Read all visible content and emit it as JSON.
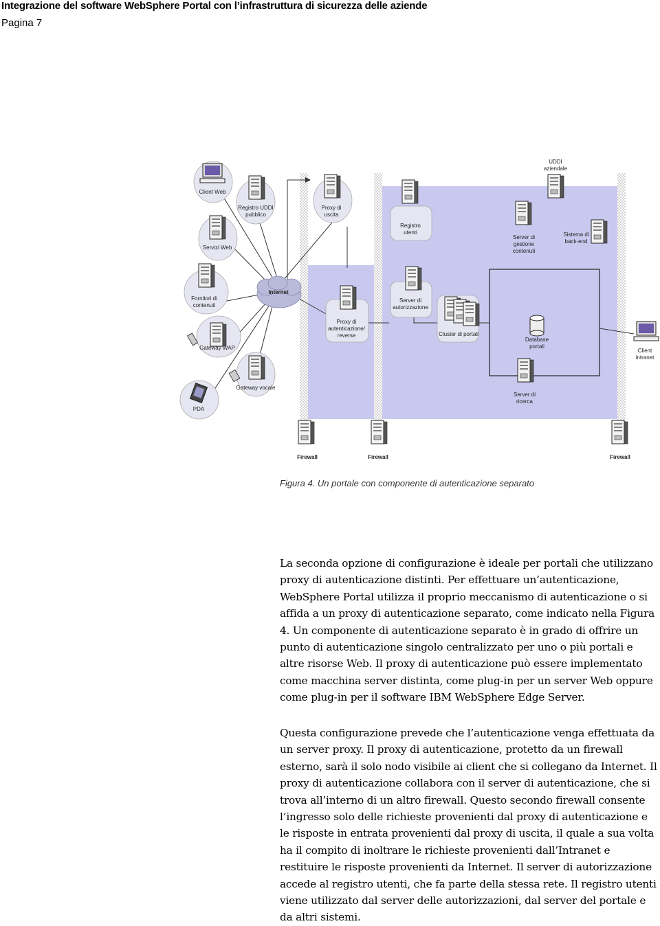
{
  "header": {
    "title": "Integrazione del software WebSphere Portal con l’infrastruttura di sicurezza delle aziende",
    "page": "Pagina 7"
  },
  "diagram": {
    "labels": {
      "client_web": "Client Web",
      "registro_uddi_1": "Registro UDDI",
      "registro_uddi_2": "pubblico",
      "proxy_uscita_1": "Proxy di",
      "proxy_uscita_2": "uscita",
      "registro_utenti_1": "Registro",
      "registro_utenti_2": "utenti",
      "uddi_aziendale_1": "UDDI",
      "uddi_aziendale_2": "aziendale",
      "servizi_web": "Servizi Web",
      "server_gestione_1": "Server di",
      "server_gestione_2": "gestione",
      "server_gestione_3": "contenuti",
      "sistema_backend_1": "Sistema di",
      "sistema_backend_2": "back-end",
      "fornitori_1": "Fornitori di",
      "fornitori_2": "contenuti",
      "internet": "Internet",
      "server_autorizzazione_1": "Server di",
      "server_autorizzazione_2": "autorizzazione",
      "proxy_auth_1": "Proxy di",
      "proxy_auth_2": "autenticazione/",
      "proxy_auth_3": "reverse",
      "cluster_portali": "Cluster di portali",
      "database_1": "Database",
      "database_2": "portali",
      "client_intranet_1": "Client",
      "client_intranet_2": "intranet",
      "gateway_wap": "Gateway WAP",
      "gateway_vocale": "Gateway vocale",
      "server_ricerca_1": "Server di",
      "server_ricerca_2": "ricerca",
      "pda": "PDA",
      "firewall_1": "Firewall",
      "firewall_2": "Firewall",
      "firewall_3": "Firewall"
    },
    "colors": {
      "zone": "#c9c9ef",
      "bubble": "#e6e6f2",
      "cloud": "#b9b9d9",
      "firewall_bar": "#d0d0d0"
    }
  },
  "caption": "Figura 4. Un portale con componente di autenticazione separato",
  "paragraphs": [
    "La seconda opzione di configurazione è ideale per portali che utilizzano proxy di autenticazione distinti. Per effettuare un’autenticazione, WebSphere Portal utilizza il proprio meccanismo di autenticazione o si affida a un proxy di autenticazione separato, come indicato nella Figura 4. Un componente di autenticazione separato è in grado di offrire un punto di autenticazione singolo centralizzato per uno o più portali e altre risorse Web. Il proxy di autenticazione può essere implementato come macchina server distinta, come plug-in per un server Web oppure come plug-in per il software IBM WebSphere Edge Server.",
    "Questa configurazione prevede che l’autenticazione venga effettuata da un server proxy. Il proxy di autenticazione, protetto da un firewall esterno, sarà il solo nodo visibile ai client che si collegano da Internet. Il proxy di autenticazione collabora con il server di autenticazione, che si trova all’interno di un altro firewall. Questo secondo firewall consente l’ingresso solo delle richieste provenienti dal proxy di autenticazione e le risposte in entrata provenienti dal proxy di uscita, il quale a sua volta ha il compito di inoltrare le richieste provenienti dall’Intranet e restituire le risposte provenienti da Internet. Il server di autorizzazione accede al registro utenti, che fa parte della stessa rete. Il registro utenti viene utilizzato dal server delle autorizzazioni, dal server del portale e da altri sistemi."
  ]
}
